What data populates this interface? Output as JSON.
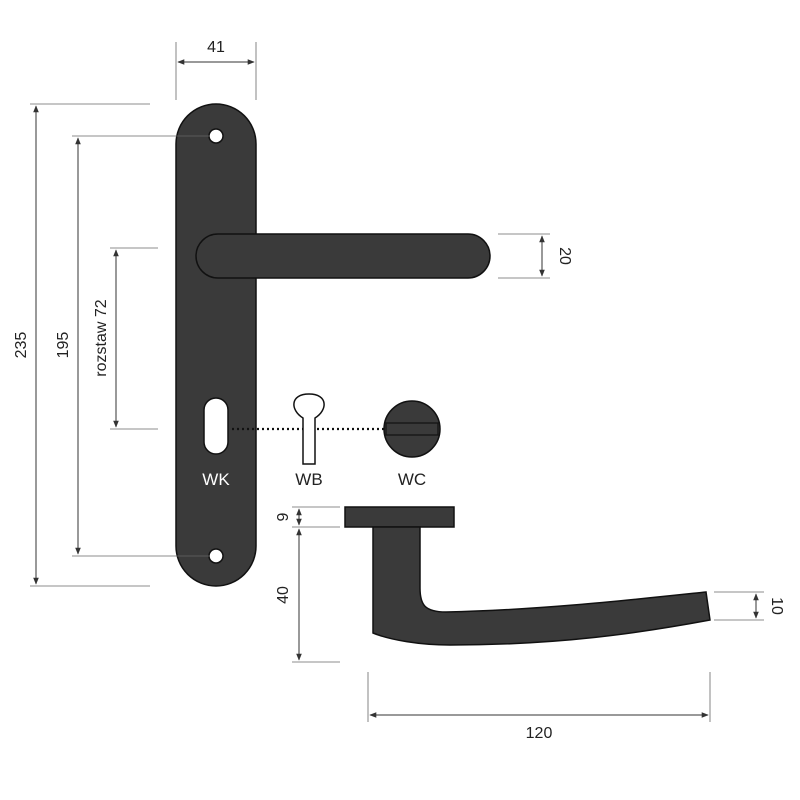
{
  "colors": {
    "body": "#3a3a3a",
    "outline": "#111111",
    "line": "#333333",
    "text": "#222222",
    "label_on_body": "#ffffff",
    "background": "#ffffff"
  },
  "dimensions": {
    "plate_width": "41",
    "overall_height": "235",
    "screw_spacing": "195",
    "rozstaw": "rozstaw 72",
    "handle_diameter": "20",
    "rose_thickness": "9",
    "handle_projection": "40",
    "handle_tip": "10",
    "handle_length": "120"
  },
  "variants": {
    "wk": "WK",
    "wb": "WB",
    "wc": "WC"
  }
}
